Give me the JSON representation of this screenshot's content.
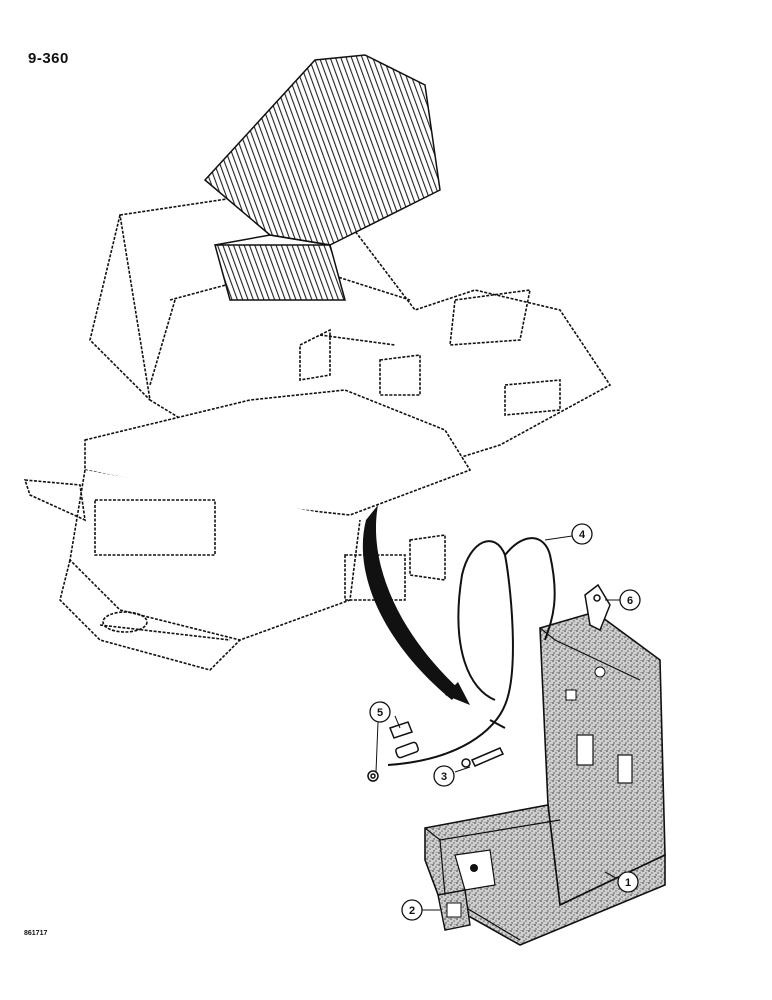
{
  "page": {
    "page_number": "9-360",
    "drawing_code": "861717"
  },
  "callouts": [
    {
      "id": "callout-1",
      "label": "1"
    },
    {
      "id": "callout-2",
      "label": "2"
    },
    {
      "id": "callout-3",
      "label": "3"
    },
    {
      "id": "callout-4",
      "label": "4"
    },
    {
      "id": "callout-5",
      "label": "5"
    },
    {
      "id": "callout-6",
      "label": "6"
    }
  ],
  "colors": {
    "ink": "#111111",
    "paper": "#ffffff",
    "stipple": "#8a8a8a"
  }
}
